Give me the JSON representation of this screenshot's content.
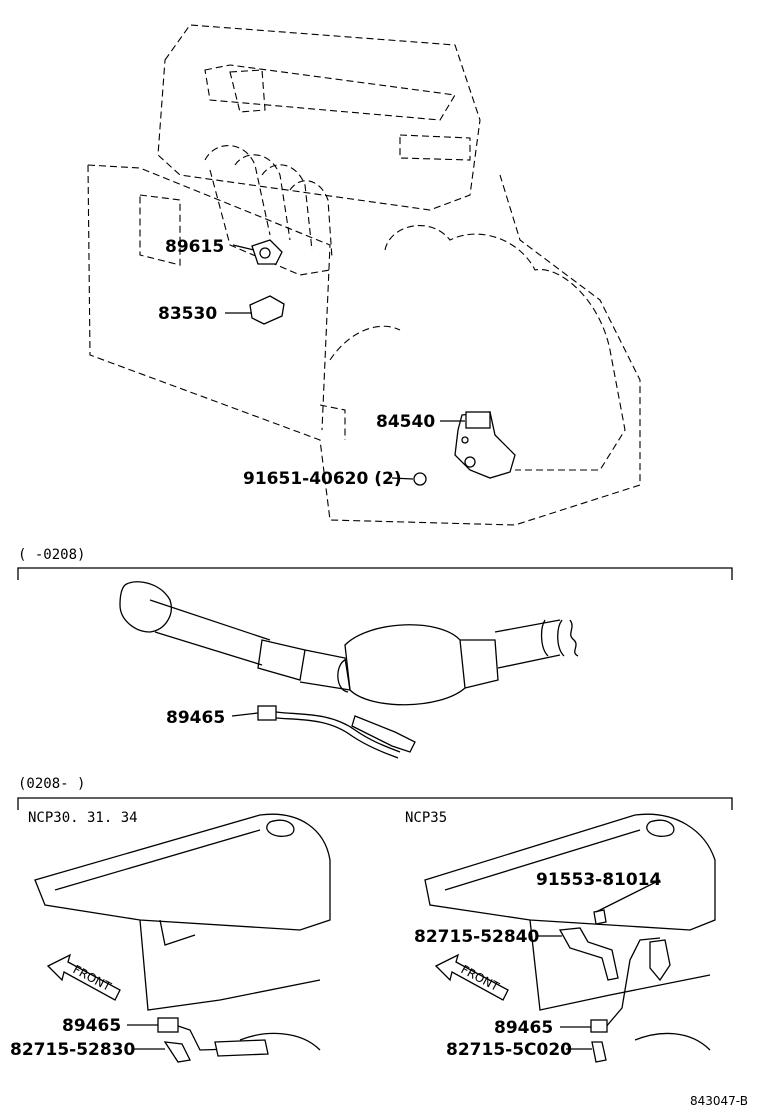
{
  "parts": [
    {
      "id": "p1",
      "number": "89615"
    },
    {
      "id": "p2",
      "number": "83530"
    },
    {
      "id": "p3",
      "number": "84540"
    },
    {
      "id": "p4",
      "number": "91651-40620 (2)"
    },
    {
      "id": "p5",
      "number": "89465"
    },
    {
      "id": "p6",
      "number": "89465"
    },
    {
      "id": "p7",
      "number": "82715-52830"
    },
    {
      "id": "p8",
      "number": "91553-81014"
    },
    {
      "id": "p9",
      "number": "82715-52840"
    },
    {
      "id": "p10",
      "number": "89465"
    },
    {
      "id": "p11",
      "number": "82715-5C020"
    }
  ],
  "sections": {
    "range_before": "(      -0208)",
    "range_after": "(0208-      )",
    "variant_left": "NCP30. 31. 34",
    "variant_right": "NCP35"
  },
  "arrow_label": "FRONT",
  "footer_code": "843047-B"
}
